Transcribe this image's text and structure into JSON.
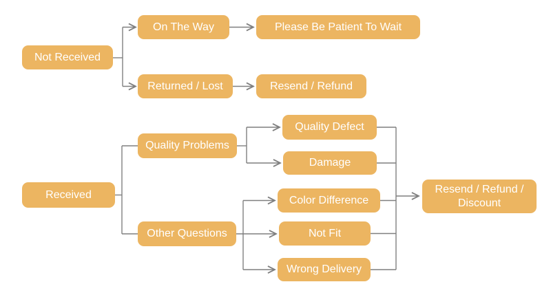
{
  "colors": {
    "node_fill": "#ECB561",
    "node_text": "#FFFFFF",
    "line": "#7F7F7F",
    "background": "#FFFFFF"
  },
  "nodes": {
    "not_received": {
      "label": "Not Received"
    },
    "on_the_way": {
      "label": "On The Way"
    },
    "please_wait": {
      "label": "Please Be Patient To Wait"
    },
    "returned_lost": {
      "label": "Returned / Lost"
    },
    "resend_refund": {
      "label": "Resend / Refund"
    },
    "received": {
      "label": "Received"
    },
    "quality_problems": {
      "label": "Quality Problems"
    },
    "other_questions": {
      "label": "Other Questions"
    },
    "quality_defect": {
      "label": "Quality Defect"
    },
    "damage": {
      "label": "Damage"
    },
    "color_difference": {
      "label": "Color Difference"
    },
    "not_fit": {
      "label": "Not Fit"
    },
    "wrong_delivery": {
      "label": "Wrong Delivery"
    },
    "outcome": {
      "label": "Resend / Refund / Discount"
    }
  },
  "edges": [
    {
      "from": "not_received",
      "to": "on_the_way",
      "arrow": true
    },
    {
      "from": "not_received",
      "to": "returned_lost",
      "arrow": true
    },
    {
      "from": "on_the_way",
      "to": "please_wait",
      "arrow": true
    },
    {
      "from": "returned_lost",
      "to": "resend_refund",
      "arrow": true
    },
    {
      "from": "received",
      "to": "quality_problems",
      "arrow": false
    },
    {
      "from": "received",
      "to": "other_questions",
      "arrow": false
    },
    {
      "from": "quality_problems",
      "to": "quality_defect",
      "arrow": true
    },
    {
      "from": "quality_problems",
      "to": "damage",
      "arrow": true
    },
    {
      "from": "other_questions",
      "to": "color_difference",
      "arrow": true
    },
    {
      "from": "other_questions",
      "to": "not_fit",
      "arrow": true
    },
    {
      "from": "other_questions",
      "to": "wrong_delivery",
      "arrow": true
    },
    {
      "from": "quality_defect",
      "to": "outcome",
      "arrow": true
    },
    {
      "from": "damage",
      "to": "outcome",
      "arrow": true
    },
    {
      "from": "color_difference",
      "to": "outcome",
      "arrow": true
    },
    {
      "from": "not_fit",
      "to": "outcome",
      "arrow": true
    },
    {
      "from": "wrong_delivery",
      "to": "outcome",
      "arrow": true
    }
  ]
}
